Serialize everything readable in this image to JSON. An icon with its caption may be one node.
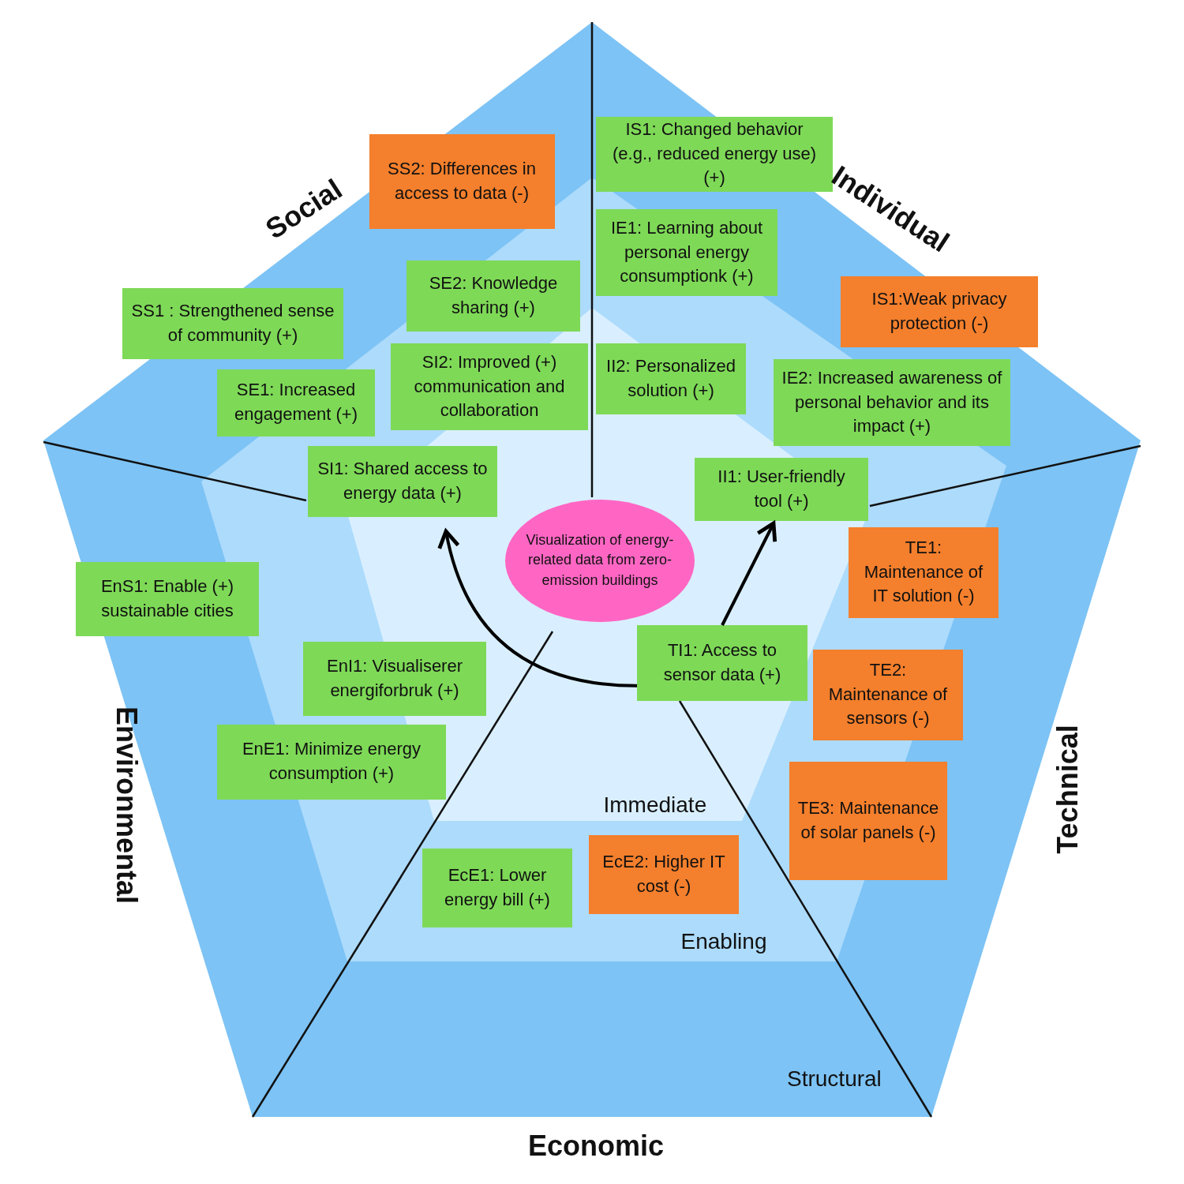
{
  "diagram": {
    "nodes": [
      {
        "text": [
          "SS2: Differences in access to data (-)"
        ]
      },
      {
        "text": [
          "IS1: Changed behavior (e.g., reduced energy use) (+)"
        ]
      },
      {
        "text": [
          "IE1: Learning about personal energy consumptionk (+)"
        ]
      },
      {
        "text": [
          "SE2: Knowledge sharing (+)"
        ]
      },
      {
        "text": [
          "SS1 : Strengthened sense of community (+)"
        ]
      },
      {
        "text": [
          "IS1:Weak privacy protection (-)"
        ]
      },
      {
        "text": [
          "SI2: Improved (+) communication and collaboration"
        ]
      },
      {
        "text": [
          "II2: Personalized solution (+)"
        ]
      },
      {
        "text": [
          "IE2: Increased awareness of personal behavior and its impact (+)"
        ]
      },
      {
        "text": [
          "SE1: Increased engagement (+)"
        ]
      },
      {
        "text": [
          "SI1: Shared access to energy data (+)"
        ]
      },
      {
        "text": [
          "II1:  User-friendly tool (+)"
        ]
      },
      {
        "text": [
          "TE1: Maintenance of IT solution (-)"
        ]
      },
      {
        "text": [
          "Visualization of energy-related data from zero-emission buildings"
        ]
      },
      {
        "text": [
          "EnS1: Enable (+) sustainable cities"
        ]
      },
      {
        "text": [
          "EnI1: Visualiserer energiforbruk (+)"
        ]
      },
      {
        "text": [
          "TI1: Access to sensor data (+)"
        ]
      },
      {
        "text": [
          "TE2: Maintenance of sensors (-)"
        ]
      },
      {
        "text": [
          "EnE1: Minimize energy consumption (+)"
        ]
      },
      {
        "text": [
          "TE3: Maintenance of solar panels (-)"
        ]
      },
      {
        "text": [
          "EcE1: Lower energy bill (+)"
        ]
      },
      {
        "text": [
          "EcE2: Higher IT cost (-)"
        ]
      }
    ],
    "edges": [
      {
        "from": 16,
        "to": 10,
        "arrow": "to"
      },
      {
        "from": 16,
        "to": 11,
        "arrow": "to"
      }
    ],
    "labels": [
      "Social",
      "Individual",
      "Environmental",
      "Technical",
      "Economic",
      "Immediate",
      "Enabling",
      "Structural"
    ]
  }
}
